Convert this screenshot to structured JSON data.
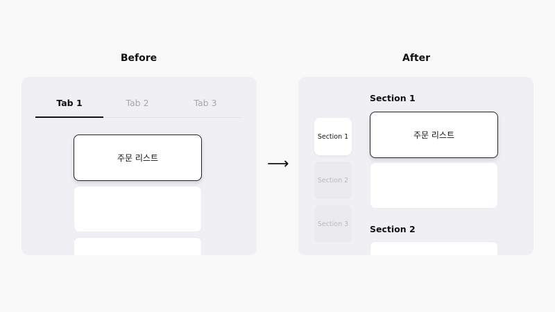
{
  "before": {
    "heading": "Before",
    "tabs": [
      {
        "label": "Tab 1",
        "active": true
      },
      {
        "label": "Tab 2",
        "active": false
      },
      {
        "label": "Tab 3",
        "active": false
      }
    ],
    "selected_card_label": "주문 리스트"
  },
  "arrow": "⟶",
  "after": {
    "heading": "After",
    "nav": [
      {
        "label": "Section 1",
        "active": true
      },
      {
        "label": "Section 2",
        "active": false
      },
      {
        "label": "Section 3",
        "active": false
      }
    ],
    "sections": [
      {
        "title": "Section 1"
      },
      {
        "title": "Section 2"
      }
    ],
    "selected_card_label": "주문 리스트"
  }
}
